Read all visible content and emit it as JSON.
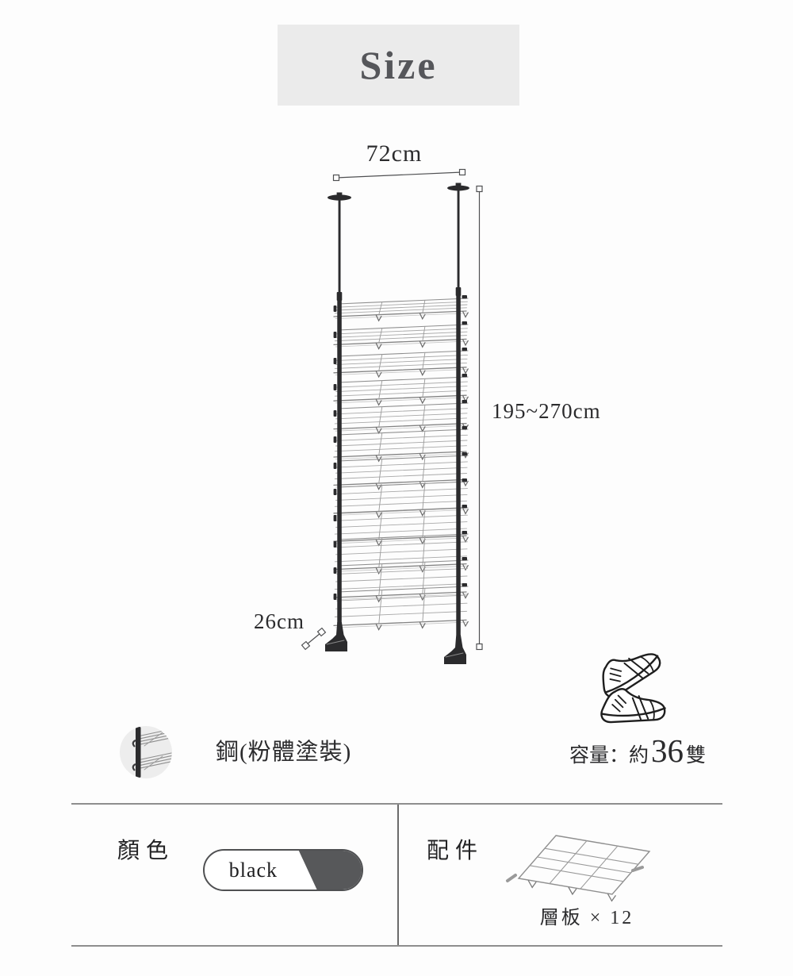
{
  "page": {
    "title": "Size"
  },
  "dimensions": {
    "width": "72cm",
    "height": "195~270cm",
    "depth": "26cm"
  },
  "material": {
    "label": "鋼(粉體塗裝)",
    "swatch_icon": "pole-shelf-detail-swatch"
  },
  "capacity": {
    "prefix": "容量：約",
    "value": "36",
    "unit": "雙",
    "icon": "sneakers-icon"
  },
  "specs": {
    "color": {
      "label": "顏色",
      "value": "black",
      "swatch_dark": "#57585a"
    },
    "accessories": {
      "label": "配件",
      "value": "層板 × 12",
      "icon": "wire-shelf-icon"
    }
  },
  "diagram": {
    "type": "tension-pole shoe rack line drawing",
    "shelf_count": 12
  },
  "colors": {
    "title_box_bg": "#ebebeb",
    "pole": "#2b2b2d",
    "wire": "#9b9b9b",
    "dim_line": "#4f5052",
    "table_line": "#8e8e8e",
    "text": "#2b2b2d",
    "swatch_bg": "#ededed"
  }
}
